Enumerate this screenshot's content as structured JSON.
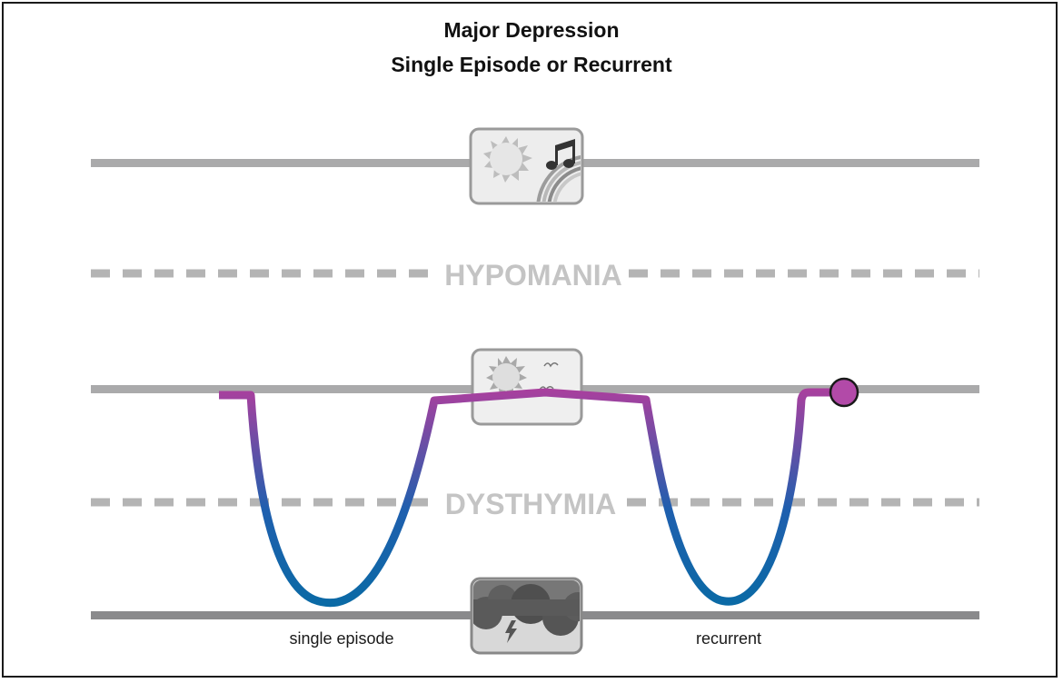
{
  "title": {
    "line1": "Major Depression",
    "line2": "Single Episode or Recurrent"
  },
  "levels": [
    {
      "name": "mania-line",
      "icon": "sun-music-rainbow-icon"
    },
    {
      "name": "hypomania-threshold",
      "label": "HYPOMANIA",
      "style": "dashed"
    },
    {
      "name": "normal-mood-line",
      "icon": "sun-birds-icon"
    },
    {
      "name": "dysthymia-threshold",
      "label": "DYSTHYMIA",
      "style": "dashed"
    },
    {
      "name": "depression-line",
      "icon": "storm-cloud-lightning-icon"
    }
  ],
  "labels": {
    "hypomania": "HYPOMANIA",
    "dysthymia": "DYSTHYMIA",
    "single_episode": "single episode",
    "recurrent": "recurrent"
  },
  "colors": {
    "frame": "#1a1a1a",
    "level_line": "#aaaaab",
    "depression_line": "#8a8a8c",
    "dashed_line": "#b4b4b4",
    "zone_label": "#c4c4c4",
    "mood_curve_top": "#a8409e",
    "mood_curve_bottom": "#0d6aa6",
    "end_marker": "#b24aa8"
  }
}
